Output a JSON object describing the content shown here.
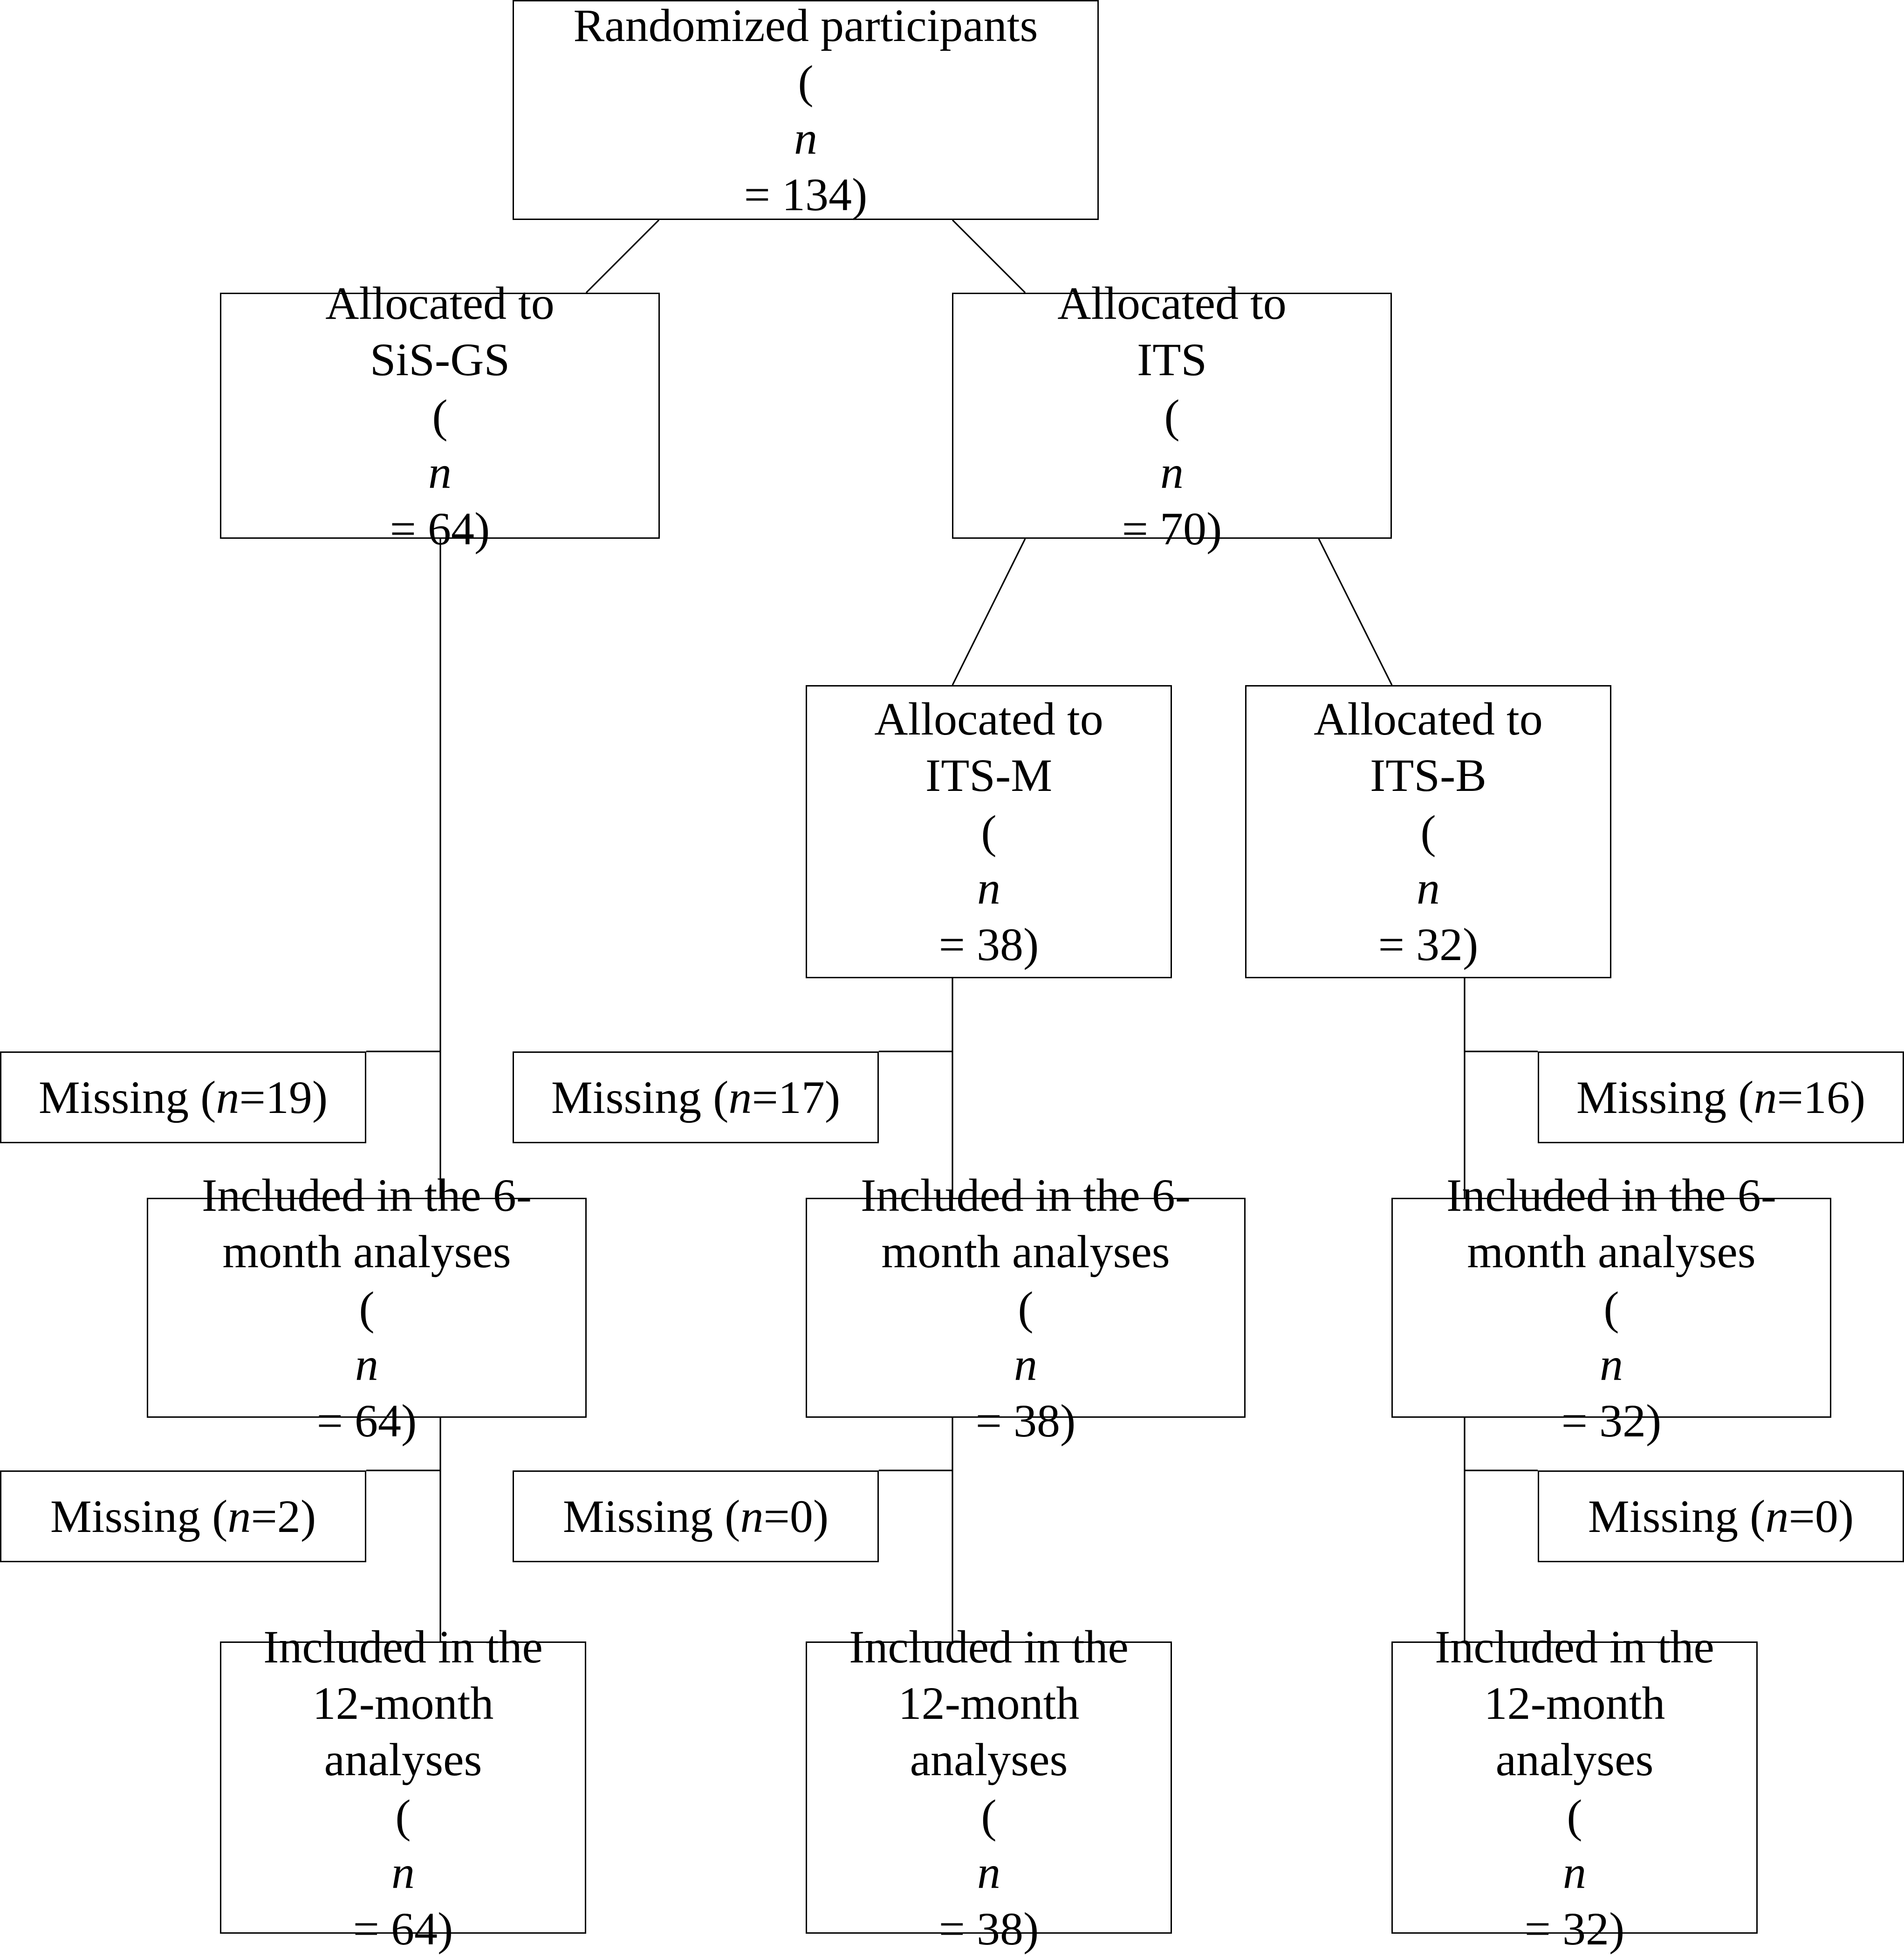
{
  "randomized": {
    "label": "Randomized participants",
    "n_prefix": "(",
    "n_symbol": "n",
    "n_suffix": " = 134)"
  },
  "sisgs": {
    "line1": "Allocated to",
    "line2": "SiS-GS",
    "n_prefix": "(",
    "n_symbol": "n",
    "n_suffix": " = 64)"
  },
  "its": {
    "line1": "Allocated to",
    "line2": "ITS",
    "n_prefix": "(",
    "n_symbol": "n",
    "n_suffix": " = 70)"
  },
  "itsm": {
    "line1": "Allocated to",
    "line2": "ITS-M",
    "n_prefix": "(",
    "n_symbol": "n",
    "n_suffix": " = 38)"
  },
  "itsb": {
    "line1": "Allocated to",
    "line2": "ITS-B",
    "n_prefix": "(",
    "n_symbol": "n",
    "n_suffix": " = 32)"
  },
  "missing_sisgs_6": {
    "prefix": "Missing (",
    "n_symbol": "n",
    "suffix": "=19)"
  },
  "missing_itsm_6": {
    "prefix": "Missing (",
    "n_symbol": "n",
    "suffix": "=17)"
  },
  "missing_itsb_6": {
    "prefix": "Missing (",
    "n_symbol": "n",
    "suffix": "=16)"
  },
  "inc6_sisgs": {
    "line1": "Included in the 6-",
    "line2": "month analyses",
    "n_prefix": "(",
    "n_symbol": "n",
    "n_suffix": " = 64)"
  },
  "inc6_itsm": {
    "line1": "Included in the 6-",
    "line2": "month analyses",
    "n_prefix": "(",
    "n_symbol": "n",
    "n_suffix": " = 38)"
  },
  "inc6_itsb": {
    "line1": "Included in the 6-",
    "line2": "month analyses",
    "n_prefix": "(",
    "n_symbol": "n",
    "n_suffix": " = 32)"
  },
  "missing_sisgs_12": {
    "prefix": "Missing (",
    "n_symbol": "n",
    "suffix": "=2)"
  },
  "missing_itsm_12": {
    "prefix": "Missing (",
    "n_symbol": "n",
    "suffix": "=0)"
  },
  "missing_itsb_12": {
    "prefix": "Missing (",
    "n_symbol": "n",
    "suffix": "=0)"
  },
  "inc12_sisgs": {
    "line1": "Included in the",
    "line2": "12-month",
    "line3": "analyses",
    "n_prefix": "(",
    "n_symbol": "n",
    "n_suffix": " = 64)"
  },
  "inc12_itsm": {
    "line1": "Included in the",
    "line2": "12-month",
    "line3": "analyses",
    "n_prefix": "(",
    "n_symbol": "n",
    "n_suffix": " = 38)"
  },
  "inc12_itsb": {
    "line1": "Included in the",
    "line2": "12-month",
    "line3": "analyses",
    "n_prefix": "(",
    "n_symbol": "n",
    "n_suffix": " = 32)"
  }
}
